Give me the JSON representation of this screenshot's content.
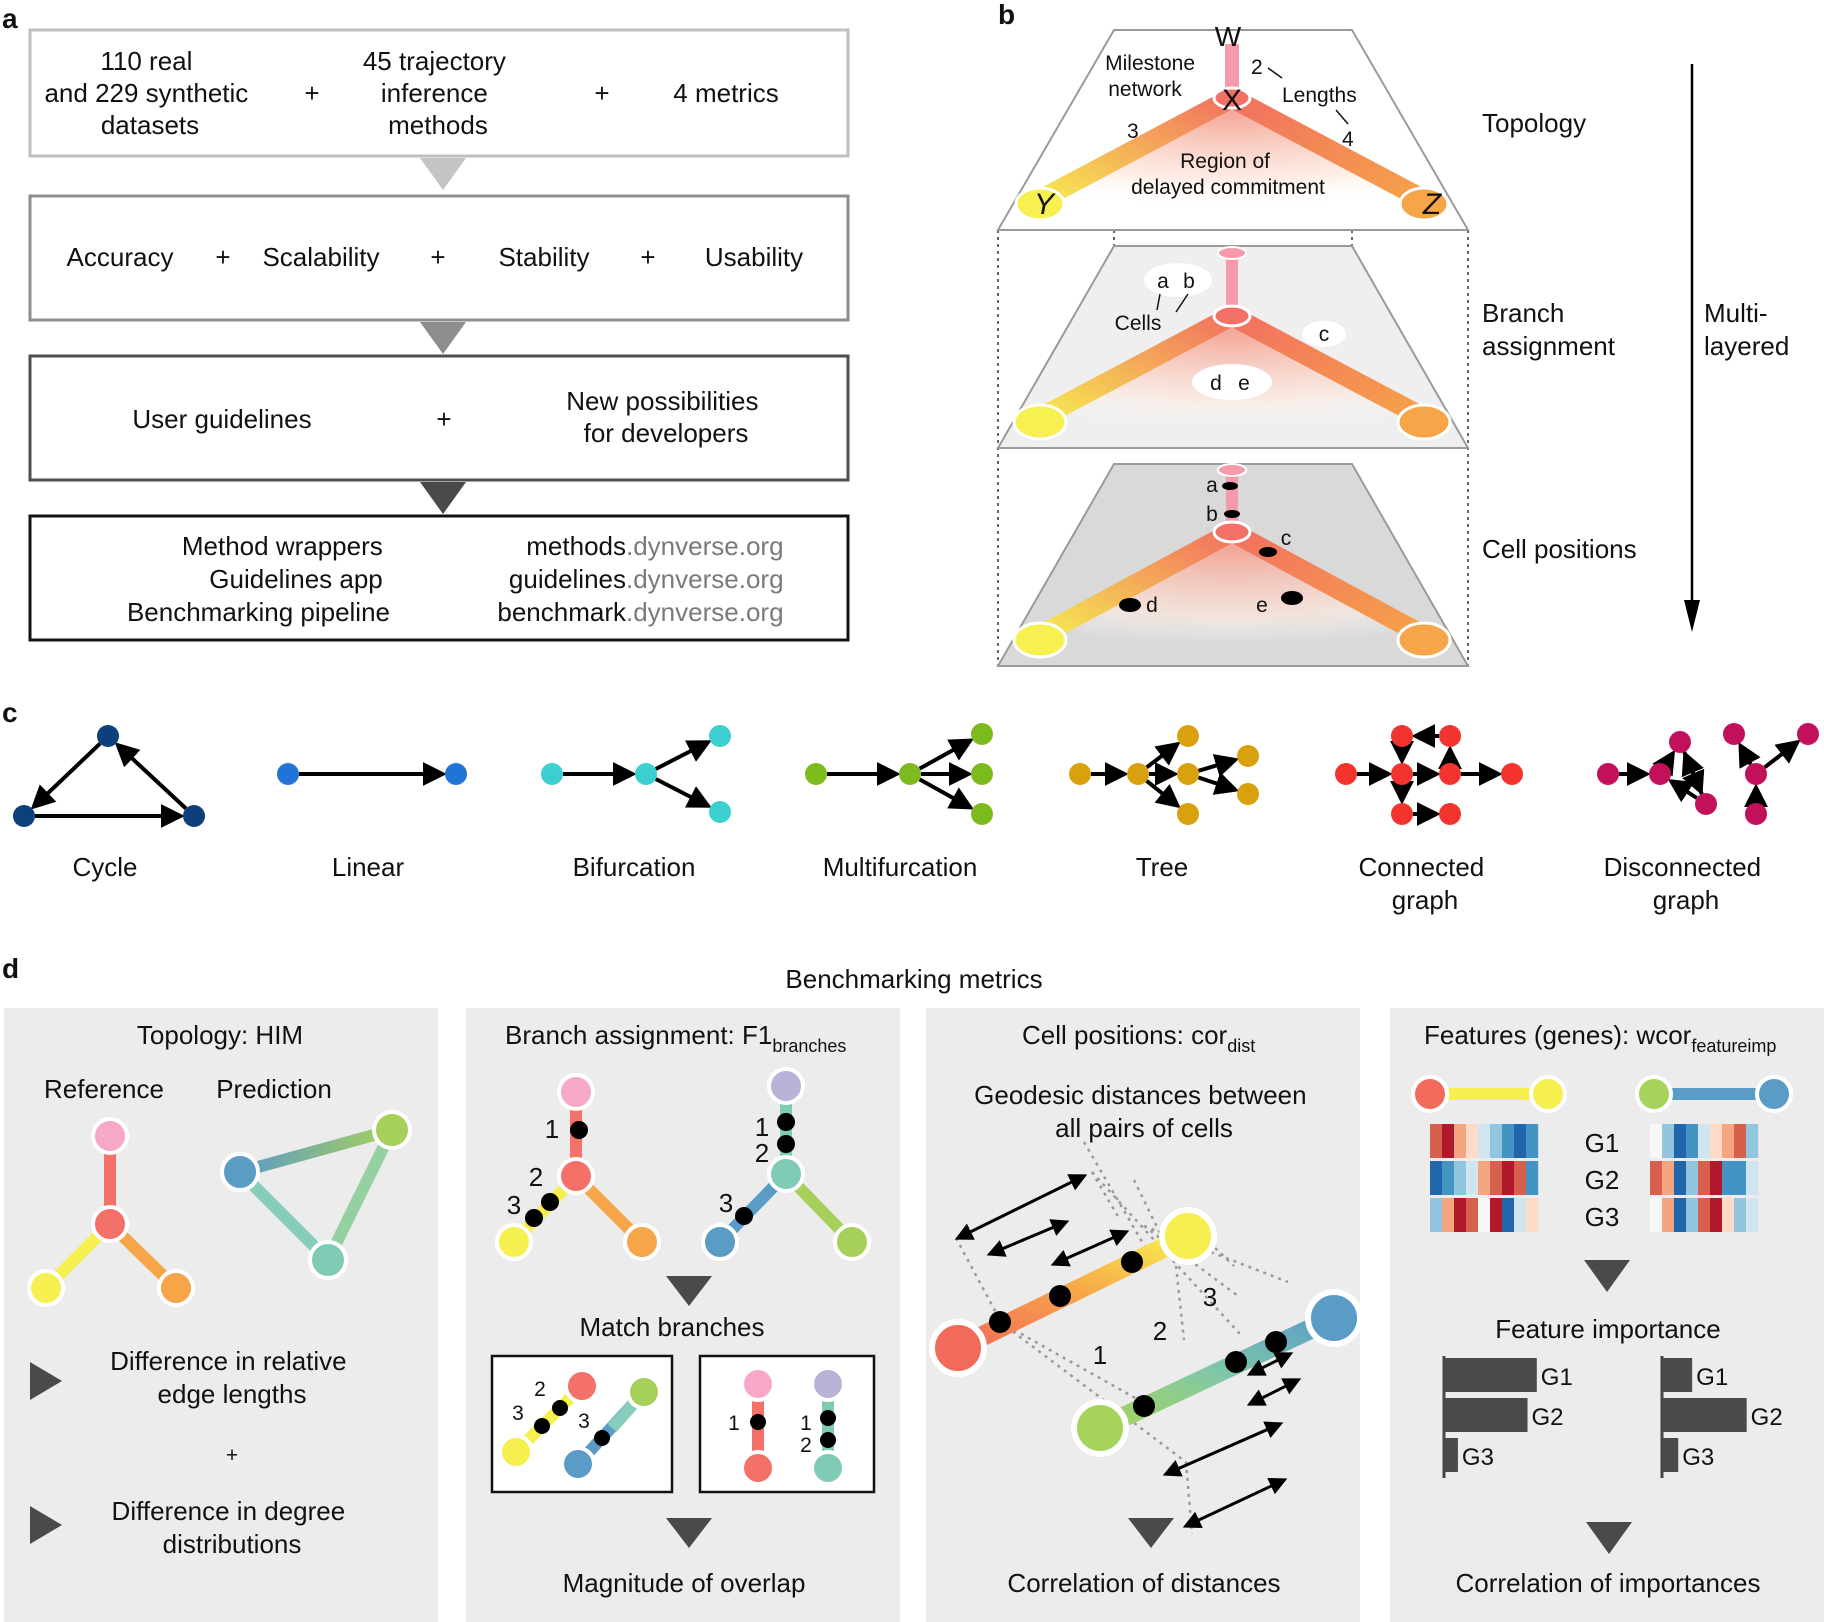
{
  "panels": {
    "a": "a",
    "b": "b",
    "c": "c",
    "d": "d"
  },
  "panel_a": {
    "box1": {
      "item1": [
        "110 real",
        "and 229 synthetic",
        "datasets"
      ],
      "item2": [
        "45 trajectory",
        "inference",
        "methods"
      ],
      "item3": "4 metrics",
      "plus": "+"
    },
    "box2": {
      "items": [
        "Accuracy",
        "Scalability",
        "Stability",
        "Usability"
      ],
      "plus": "+"
    },
    "box3": {
      "item1": "User guidelines",
      "item2": [
        "New possibilities",
        "for developers"
      ],
      "plus": "+"
    },
    "box4": {
      "left": [
        "Method wrappers",
        "Guidelines app",
        "Benchmarking pipeline"
      ],
      "right_prefix": [
        "methods",
        "guidelines",
        "benchmark"
      ],
      "right_suffix": ".dynverse.org"
    }
  },
  "panel_b": {
    "milestone": [
      "Milestone",
      "network"
    ],
    "lengths": "Lengths",
    "num2": "2",
    "num3": "3",
    "num4": "4",
    "region": [
      "Region of",
      "delayed commitment"
    ],
    "W": "W",
    "X": "X",
    "Y": "Y",
    "Z": "Z",
    "cells": "Cells",
    "cell_labels": [
      "a",
      "b",
      "c",
      "d",
      "e"
    ],
    "layer_labels": [
      [
        "Topology"
      ],
      [
        "Branch",
        "assignment"
      ],
      [
        "Cell positions"
      ]
    ],
    "multi": [
      "Multi-",
      "layered"
    ]
  },
  "panel_c": {
    "labels": [
      [
        "Cycle"
      ],
      [
        "Linear"
      ],
      [
        "Bifurcation"
      ],
      [
        "Multifurcation"
      ],
      [
        "Tree"
      ],
      [
        "Connected",
        "graph"
      ],
      [
        "Disconnected",
        "graph"
      ]
    ],
    "colors": [
      "#0d3f7a",
      "#1f74d6",
      "#3ccfcf",
      "#7dba1e",
      "#d9a10e",
      "#f2332e",
      "#c2105c"
    ]
  },
  "panel_d": {
    "title": "Benchmarking metrics",
    "him": {
      "title": "Topology: HIM",
      "reference": "Reference",
      "prediction": "Prediction",
      "diff1": [
        "Difference in relative",
        "edge lengths"
      ],
      "plus": "+",
      "diff2": [
        "Difference in degree",
        "distributions"
      ]
    },
    "f1": {
      "title": "Branch assignment: F1",
      "sub": "branches",
      "match": "Match branches",
      "overlap": "Magnitude of overlap",
      "nums": [
        "1",
        "2",
        "3"
      ]
    },
    "cor": {
      "title": "Cell positions: cor",
      "sub": "dist",
      "geo": [
        "Geodesic distances between",
        "all pairs of cells"
      ],
      "result": "Correlation of distances",
      "nums": [
        "1",
        "2",
        "3"
      ]
    },
    "feat": {
      "title": "Features (genes): wcor",
      "sub": "featureimp",
      "genes": [
        "G1",
        "G2",
        "G3"
      ],
      "importance": "Feature importance",
      "result": "Correlation of importances",
      "ref_importance": [
        0.8,
        0.72,
        0.12
      ],
      "pred_importance": [
        0.26,
        0.73,
        0.14
      ]
    }
  }
}
